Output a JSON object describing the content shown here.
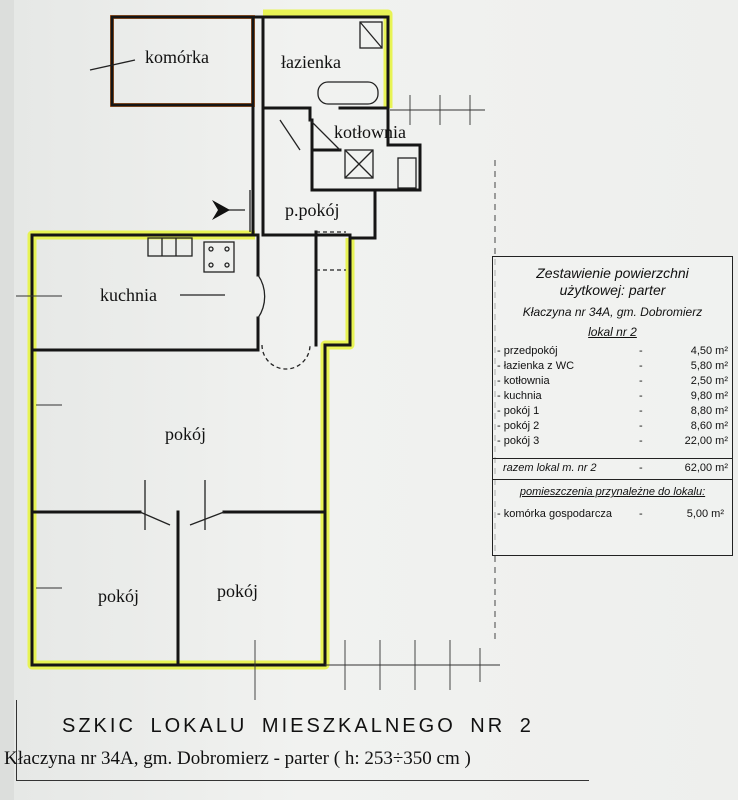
{
  "rooms": {
    "komorka": "komórka",
    "lazienka": "łazienka",
    "kotlownia": "kotłownia",
    "przedpokoj": "p.pokój",
    "kuchnia": "kuchnia",
    "pokoj_main": "pokój",
    "pokoj_left": "pokój",
    "pokoj_right": "pokój"
  },
  "summary": {
    "title_line1": "Zestawienie powierzchni",
    "title_line2": "użytkowej: parter",
    "address": "Kłaczyna nr 34A, gm. Dobromierz",
    "lokal": "lokal nr 2",
    "rows": [
      {
        "name": "- przedpokój",
        "dash": "-",
        "value": "4,50 m²"
      },
      {
        "name": "- łazienka z WC",
        "dash": "-",
        "value": "5,80 m²"
      },
      {
        "name": "- kotłownia",
        "dash": "-",
        "value": "2,50 m²"
      },
      {
        "name": "- kuchnia",
        "dash": "-",
        "value": "9,80 m²"
      },
      {
        "name": "- pokój 1",
        "dash": "-",
        "value": "8,80 m²"
      },
      {
        "name": "- pokój 2",
        "dash": "-",
        "value": "8,60 m²"
      },
      {
        "name": "- pokój 3",
        "dash": "-",
        "value": "22,00 m²"
      }
    ],
    "total_label": "razem lokal m. nr 2",
    "total_dash": "-",
    "total_value": "62,00 m²",
    "belonging_title": "pomieszczenia przynależne do lokalu:",
    "extra_name": "- komórka gospodarcza",
    "extra_dash": "-",
    "extra_value": "5,00 m²"
  },
  "footer": {
    "title": "SZKIC LOKALU MIESZKALNEGO NR 2",
    "subtitle": "Kłaczyna nr 34A, gm. Dobromierz  -  parter  ( h: 253÷350 cm )"
  }
}
